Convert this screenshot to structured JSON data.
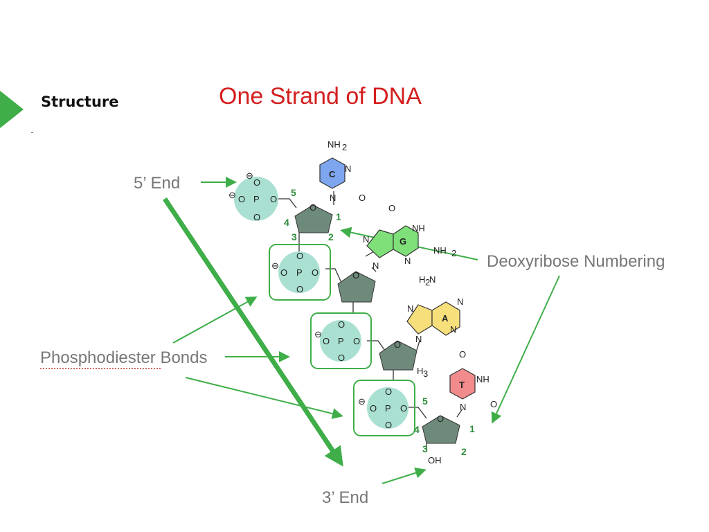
{
  "slide": {
    "section_label": "Structure",
    "title": "One Strand of DNA"
  },
  "labels": {
    "five_prime_end": "5’ End",
    "three_prime_end": "3’ End",
    "phosphodiester_bonds": "Phosphodiester Bonds",
    "deoxyribose_numbering": "Deoxyribose Numbering"
  },
  "bases": {
    "cytosine": "C",
    "guanine": "G",
    "adenine": "A",
    "thymine": "T"
  },
  "atoms": {
    "phosphorus": "P",
    "oxygen": "O",
    "nitrogen": "N",
    "nh": "NH",
    "nh2": "NH",
    "h2n": "H",
    "h3c": "H",
    "oh": "OH",
    "sub_2": "2",
    "sub_3": "3",
    "neg": "⊖"
  },
  "numbering": {
    "c1": "1",
    "c2": "2",
    "c3": "3",
    "c4": "4",
    "c5": "5"
  },
  "colors": {
    "accent_green": "#3fae49",
    "title_red": "#d41e1e",
    "cytosine": "#7ea6ef",
    "guanine": "#7fe07a",
    "adenine": "#f7e07c",
    "thymine": "#f28c8c",
    "phosphate": "#a9e0d2",
    "sugar": "#6e8a7b",
    "label_gray": "#777777"
  }
}
